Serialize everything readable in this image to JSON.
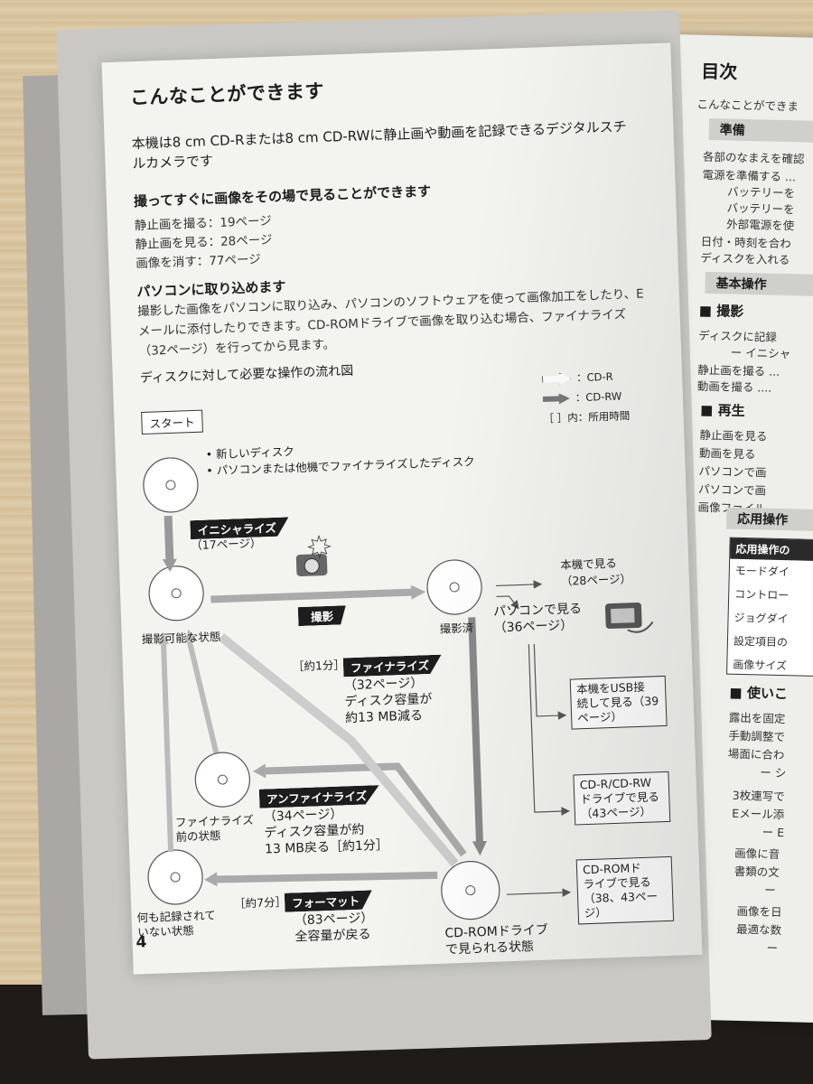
{
  "left_page": {
    "title": "こんなことができます",
    "intro": "本機は8 cm CD-Rまたは8 cm CD-RWに静止画や動画を記録できるデジタルスチルカメラです",
    "section1": {
      "heading": "撮ってすぐに画像をその場で見ることができます",
      "lines": [
        "静止画を撮る：19ページ",
        "静止画を見る：28ページ",
        "画像を消す：77ページ"
      ]
    },
    "section2": {
      "heading": "パソコンに取り込めます",
      "body": "撮影した画像をパソコンに取り込み、パソコンのソフトウェアを使って画像加工をしたり、Eメールに添付したりできます。CD-ROMドライブで画像を取り込む場合、ファイナライズ（32ページ）を行ってから見ます。"
    },
    "flow_title": "ディスクに対して必要な操作の流れ図",
    "legend": {
      "cdr": "：CD-R",
      "cdrw": "：CD-RW",
      "time": "［ ］内：所用時間"
    },
    "start": "スタート",
    "disc_notes": [
      "• 新しいディスク",
      "• パソコンまたは他機でファイナライズしたディスク"
    ],
    "initialize": {
      "label": "イニシャライズ",
      "page": "（17ページ）"
    },
    "shoot_label": "撮影",
    "state_ready": "撮影可能な状態",
    "state_shot": "撮影済",
    "view_here": {
      "line1": "本機で見る",
      "line2": "（28ページ）"
    },
    "view_pc": {
      "line1": "パソコンで見る",
      "line2": "（36ページ）"
    },
    "finalize": {
      "time": "［約1分］",
      "label": "ファイナライズ",
      "page": "（32ページ）",
      "note1": "ディスク容量が",
      "note2": "約13 MB減る"
    },
    "state_prefinal": {
      "line1": "ファイナライズ",
      "line2": "前の状態"
    },
    "unfinalize": {
      "label": "アンファイナライズ",
      "page": "（34ページ）",
      "note1": "ディスク容量が約",
      "note2": "13 MB戻る［約1分］"
    },
    "state_blank": {
      "line1": "何も記録されて",
      "line2": "いない状態"
    },
    "format": {
      "time": "［約7分］",
      "label": "フォーマット",
      "page": "（83ページ）",
      "note": "全容量が戻る"
    },
    "state_cdrom": {
      "line1": "CD-ROMドライブ",
      "line2": "で見られる状態"
    },
    "box_usb": {
      "line1": "本機をUSB接",
      "line2": "続して見る（39",
      "line3": "ページ）"
    },
    "box_cdrw": {
      "line1": "CD-R/CD-RW",
      "line2": "ドライブで見る",
      "line3": "（43ページ）"
    },
    "box_cdrom": {
      "line1": "CD-ROMド",
      "line2": "ライブで見る",
      "line3": "（38、43ページ）"
    },
    "page_number": "4"
  },
  "right_page": {
    "title": "目次",
    "first_line": "こんなことができま",
    "bar1": "準備",
    "prep_lines": [
      "各部のなまえを確認",
      "電源を準備する ...",
      "バッテリーを",
      "バッテリーを",
      "外部電源を使",
      "日付・時刻を合わ",
      "ディスクを入れる"
    ],
    "bar2": "基本操作",
    "h_shoot": "■ 撮影",
    "shoot_lines": [
      "ディスクに記録",
      "ー イニシャ",
      "静止画を撮る ...",
      "動画を撮る ...."
    ],
    "h_play": "■ 再生",
    "play_lines": [
      "静止画を見る",
      "動画を見る",
      "パソコンで画",
      "パソコンで画",
      "画像ファイル"
    ],
    "bar3": "応用操作",
    "box_head": "応用操作の",
    "box_items": [
      "モードダイ",
      "コントロー",
      "ジョグダイ",
      "設定項目の",
      "画像サイズ"
    ],
    "h_use": "■ 使いこ",
    "use_lines": [
      "露出を固定",
      "手動調整で",
      "場面に合わ",
      "ー シ",
      "3枚連写で",
      "Eメール添",
      "ー E",
      "画像に音",
      "書類の文",
      "ー ",
      "画像を日",
      "最適な数",
      "ー"
    ]
  }
}
